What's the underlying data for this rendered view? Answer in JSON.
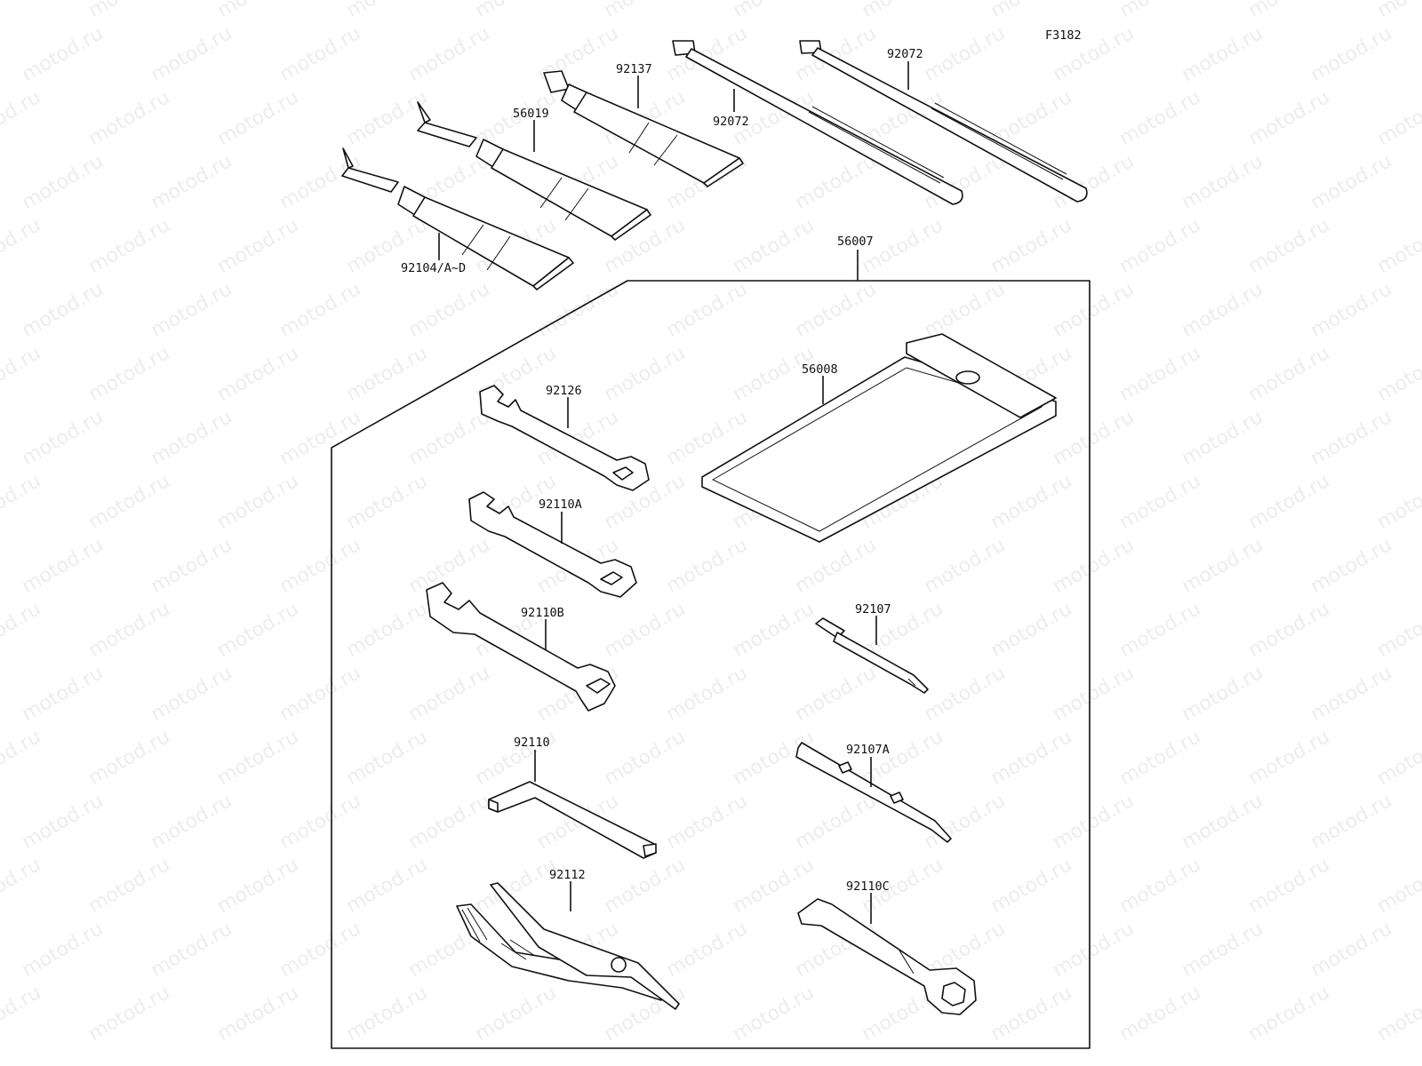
{
  "figure_code": "F3182",
  "watermark": "motod.ru",
  "parts": {
    "p92104": "92104/A~D",
    "p56019": "56019",
    "p92137": "92137",
    "p92072_a": "92072",
    "p92072_b": "92072",
    "p56007": "56007",
    "p56008": "56008",
    "p92126": "92126",
    "p92110A": "92110A",
    "p92110B": "92110B",
    "p92110": "92110",
    "p92112": "92112",
    "p92107": "92107",
    "p92107A": "92107A",
    "p92110C": "92110C"
  }
}
